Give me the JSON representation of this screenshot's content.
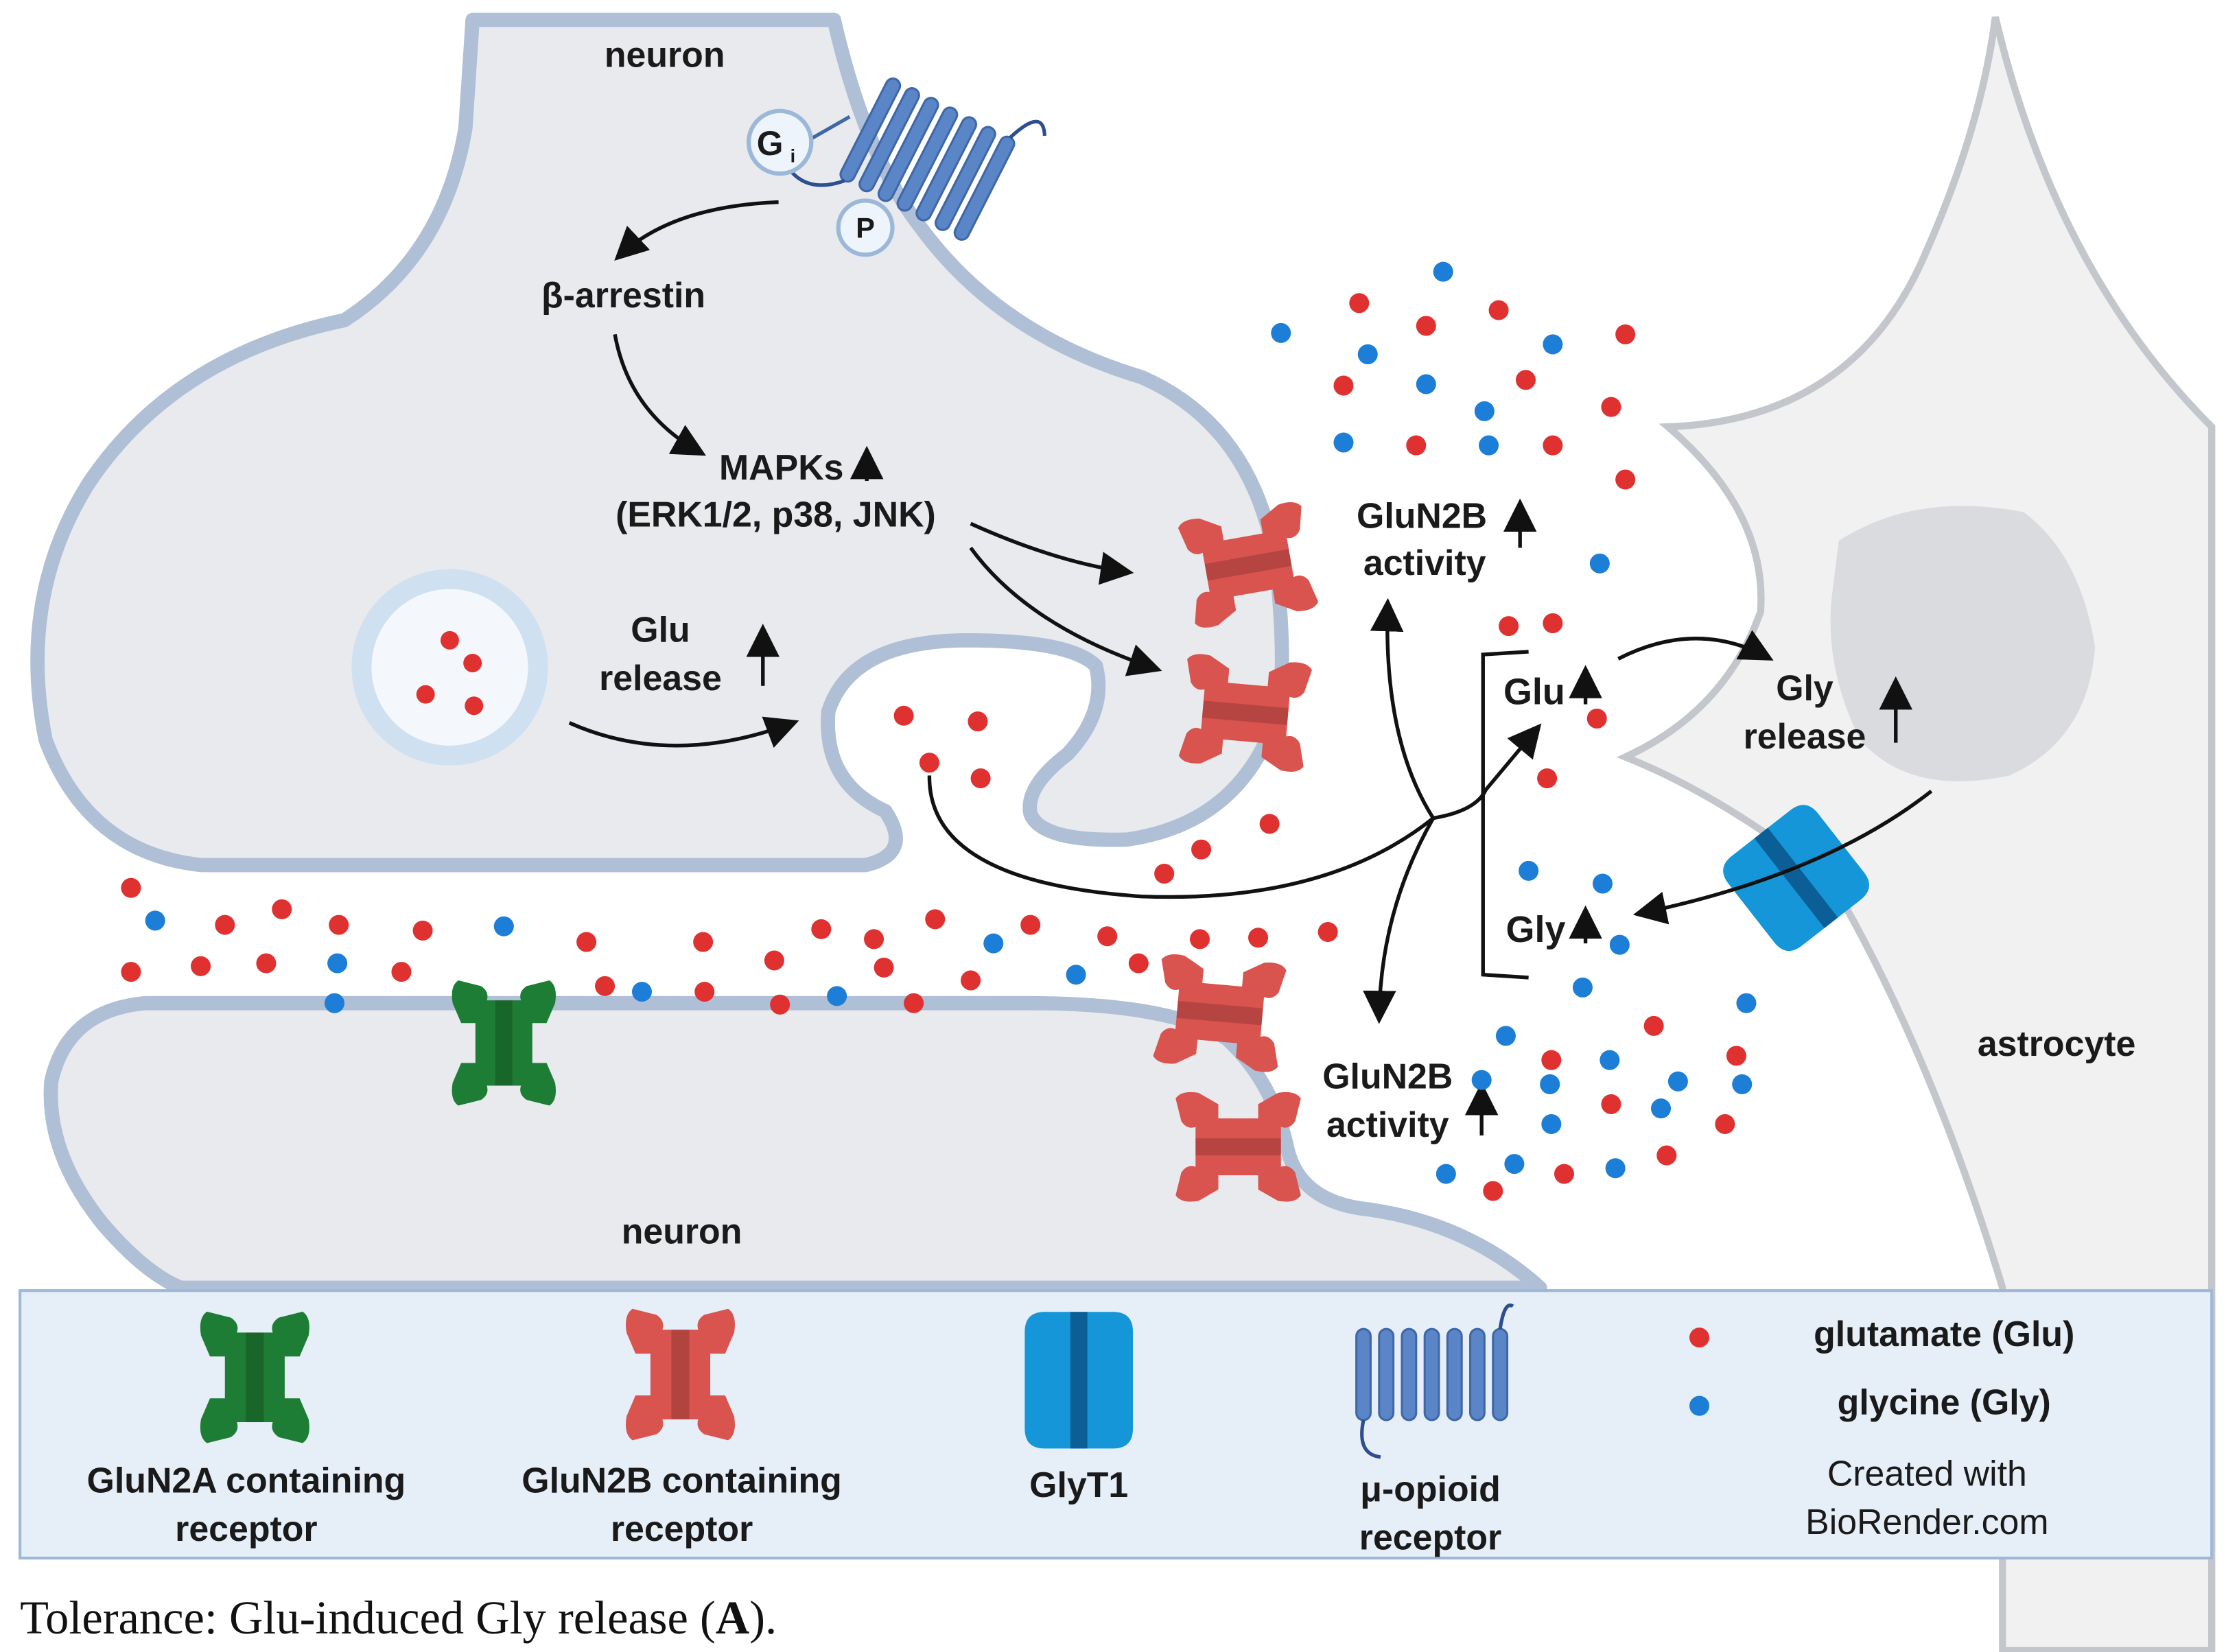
{
  "labels": {
    "neuron_top": "neuron",
    "neuron_bottom": "neuron",
    "astrocyte": "astrocyte",
    "gi": "G",
    "gi_sub": "i",
    "p": "P",
    "beta_arrestin": "β-arrestin",
    "mapks": "MAPKs",
    "mapks_detail": "(ERK1/2, p38, JNK)",
    "glu_release_1": "Glu",
    "glu_release_2": "release",
    "glun2b_top_1": "GluN2B",
    "glun2b_top_2": "activity",
    "glu_up": "Glu",
    "gly_up": "Gly",
    "gly_release_1": "Gly",
    "gly_release_2": "release",
    "glun2b_bottom_1": "GluN2B",
    "glun2b_bottom_2": "activity"
  },
  "legend": {
    "glun2a_1": "GluN2A containing",
    "glun2a_2": "receptor",
    "glun2b_1": "GluN2B containing",
    "glun2b_2": "receptor",
    "glyt1": "GlyT1",
    "mu_1": "μ-opioid",
    "mu_2": "receptor",
    "glutamate": "glutamate (Glu)",
    "glycine": "glycine (Gly)",
    "created_1": "Created with",
    "created_2": "BioRender.com"
  },
  "caption": {
    "prefix": "Tolerance: Glu-induced Gly release (",
    "bold": "A",
    "suffix": ")."
  },
  "colors": {
    "glutamate": "#e03131",
    "glycine": "#1c7ed6",
    "glun2a": "#1e7d34",
    "glun2b": "#d9534f",
    "glyt1": "#1496d8",
    "mu_opioid": "#4a78c0",
    "cell_fill": "#e8eaee",
    "membrane": "#aebfd6",
    "legend_bg": "#e6eef8"
  }
}
